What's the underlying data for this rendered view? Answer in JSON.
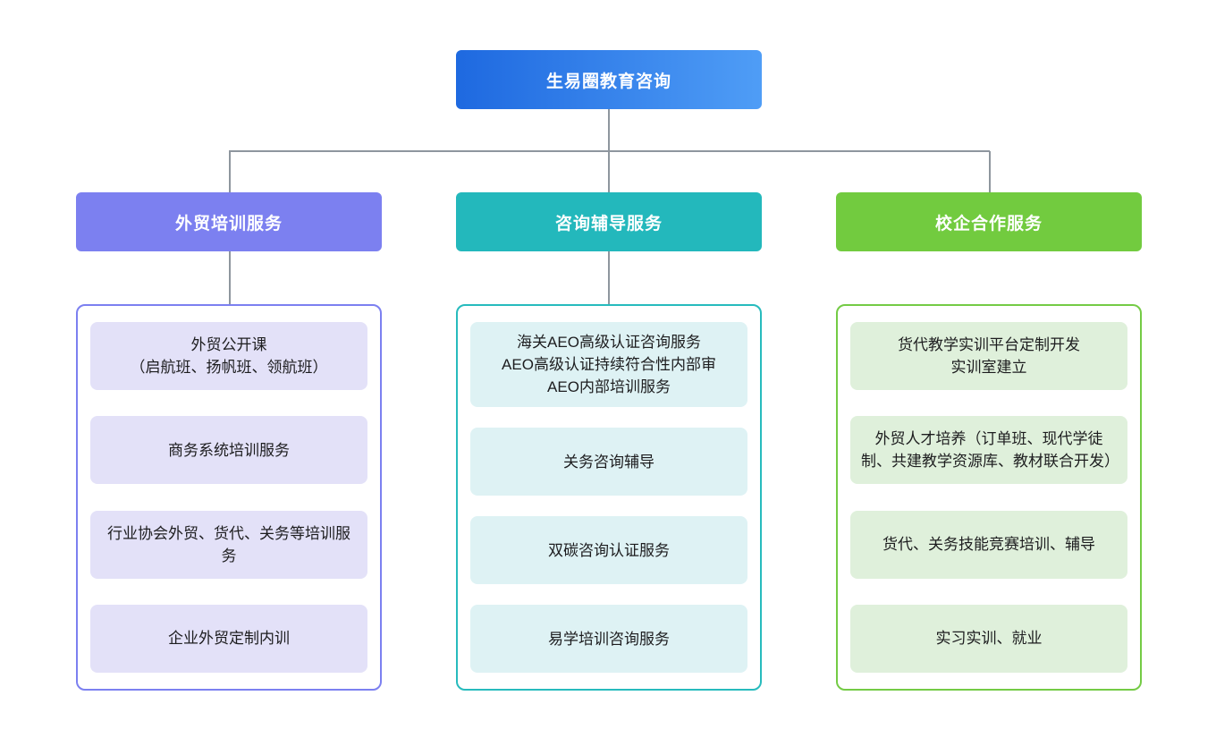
{
  "root": {
    "label": "生易圈教育咨询"
  },
  "branches": [
    {
      "label": "外贸培训服务",
      "items": [
        "外贸公开课\n（启航班、扬帆班、领航班）",
        "商务系统培训服务",
        "行业协会外贸、货代、关务等培训服务",
        "企业外贸定制内训"
      ]
    },
    {
      "label": "咨询辅导服务",
      "items": [
        "海关AEO高级认证咨询服务\nAEO高级认证持续符合性内部审\nAEO内部培训服务",
        "关务咨询辅导",
        "双碳咨询认证服务",
        "易学培训咨询服务"
      ]
    },
    {
      "label": "校企合作服务",
      "items": [
        "货代教学实训平台定制开发\n实训室建立",
        "外贸人才培养（订单班、现代学徒制、共建教学资源库、教材联合开发）",
        "货代、关务技能竞赛培训、辅导",
        "实习实训、就业"
      ]
    }
  ],
  "colors": {
    "root_gradient_start": "#1e69e0",
    "root_gradient_end": "#4f9df6",
    "branch_trade_training": "#7c80f0",
    "branch_consulting": "#23b8bc",
    "branch_school_enterprise": "#72cb3f",
    "item_bg_trade_training": "#e3e1f8",
    "item_bg_consulting": "#def2f4",
    "item_bg_school_enterprise": "#dff0db",
    "connector": "#8e969e"
  }
}
